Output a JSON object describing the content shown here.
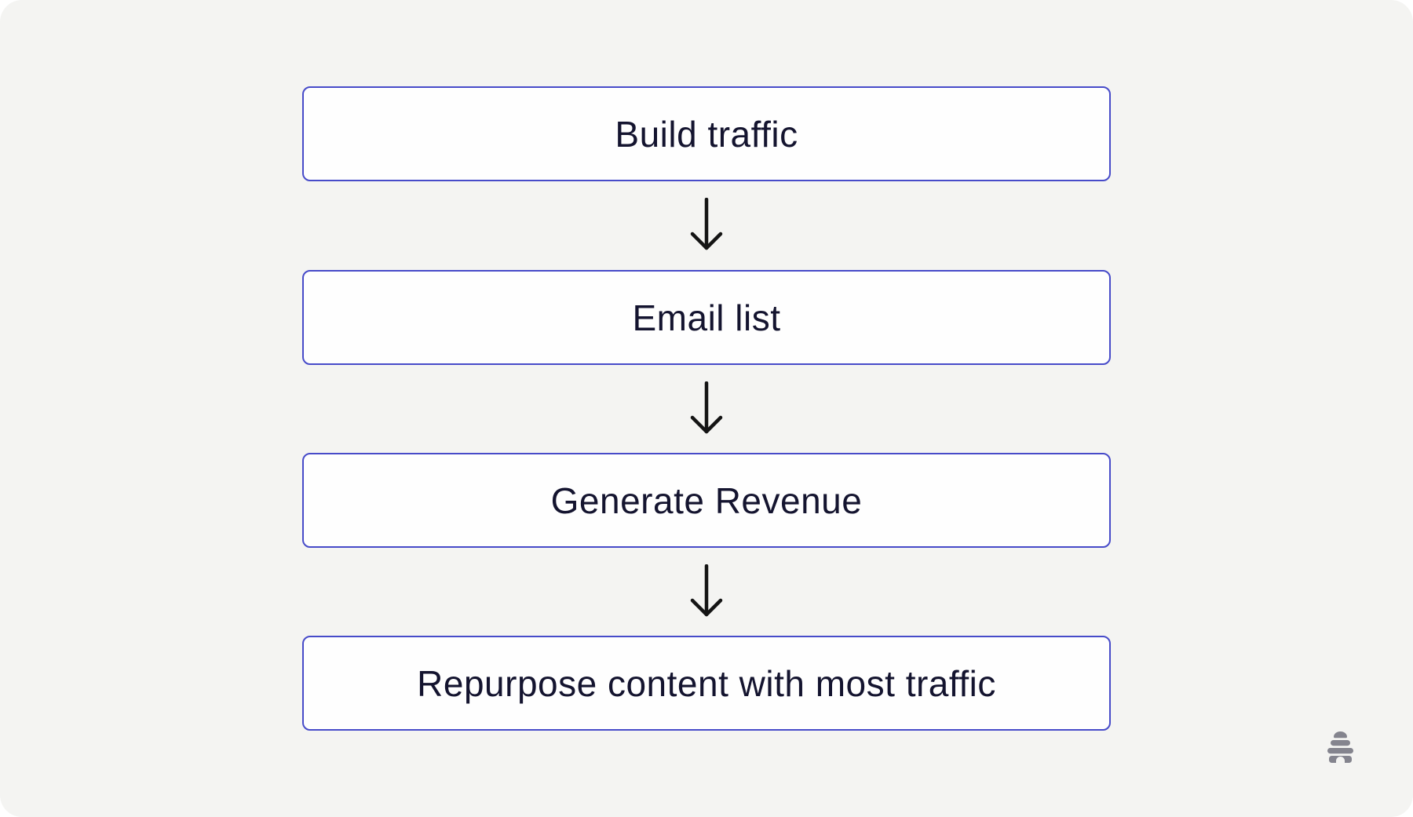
{
  "flowchart": {
    "nodes": [
      {
        "label": "Build traffic"
      },
      {
        "label": "Email list"
      },
      {
        "label": "Generate Revenue"
      },
      {
        "label": "Repurpose content with most traffic"
      }
    ],
    "connector_style": "down-arrow"
  },
  "branding": {
    "watermark_icon": "whimsical-beehive-icon"
  },
  "colors": {
    "canvas_background": "#f4f4f2",
    "node_background": "#fefefe",
    "node_border": "#474bc9",
    "node_text": "#14142f",
    "arrow": "#141414",
    "watermark": "#84848e"
  }
}
